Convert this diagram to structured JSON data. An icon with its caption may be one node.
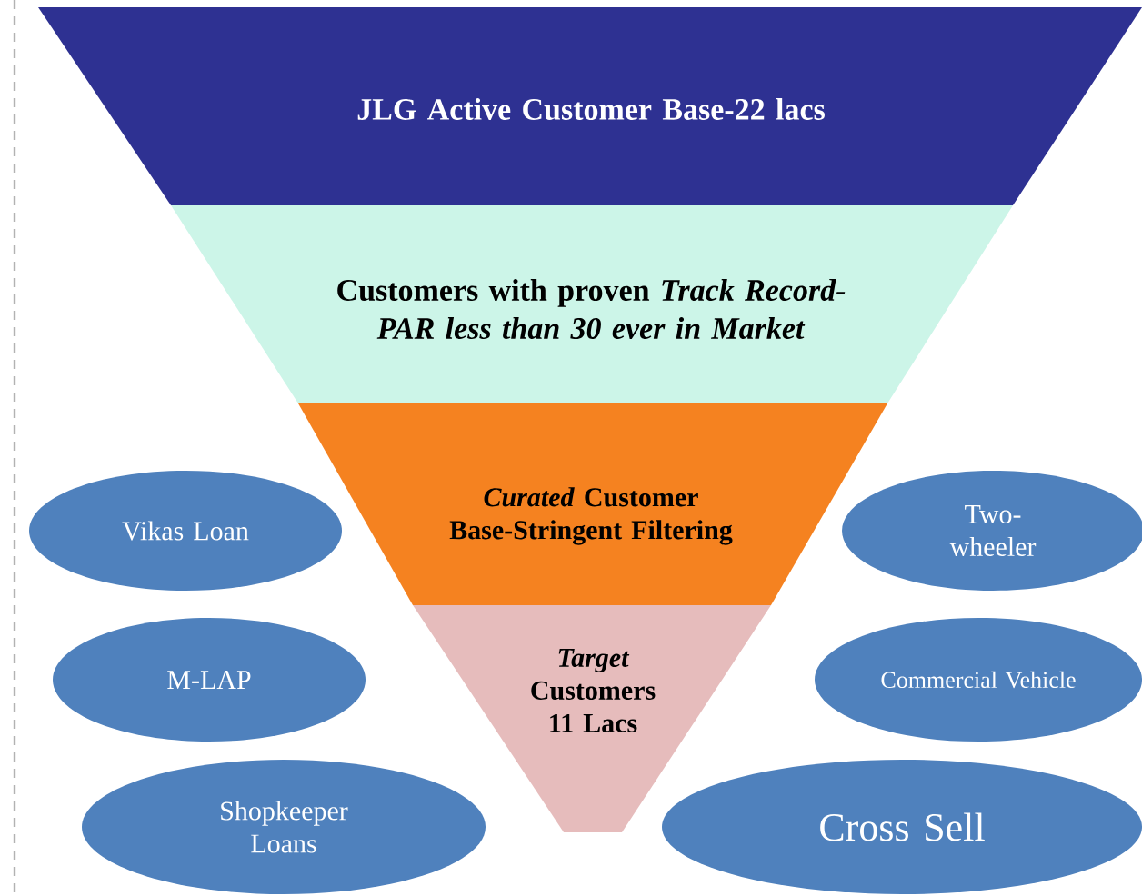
{
  "diagram": {
    "nodes": [
      {
        "text": [
          "JLG Active Customer Base-22 lacs"
        ]
      },
      {
        "text": [
          "Customers with proven *Track Record-PAR less than 30 ever in Market*"
        ]
      },
      {
        "text": [
          "*Curated* Customer Base-Stringent Filtering"
        ]
      },
      {
        "text": [
          "*Target* Customers 11 Lacs"
        ]
      },
      {
        "text": [
          "Vikas Loan"
        ]
      },
      {
        "text": [
          "Two-wheeler"
        ]
      },
      {
        "text": [
          "M-LAP"
        ]
      },
      {
        "text": [
          "Commercial Vehicle"
        ]
      },
      {
        "text": [
          "Shopkeeper Loans"
        ]
      },
      {
        "text": [
          "Cross Sell"
        ]
      }
    ]
  }
}
